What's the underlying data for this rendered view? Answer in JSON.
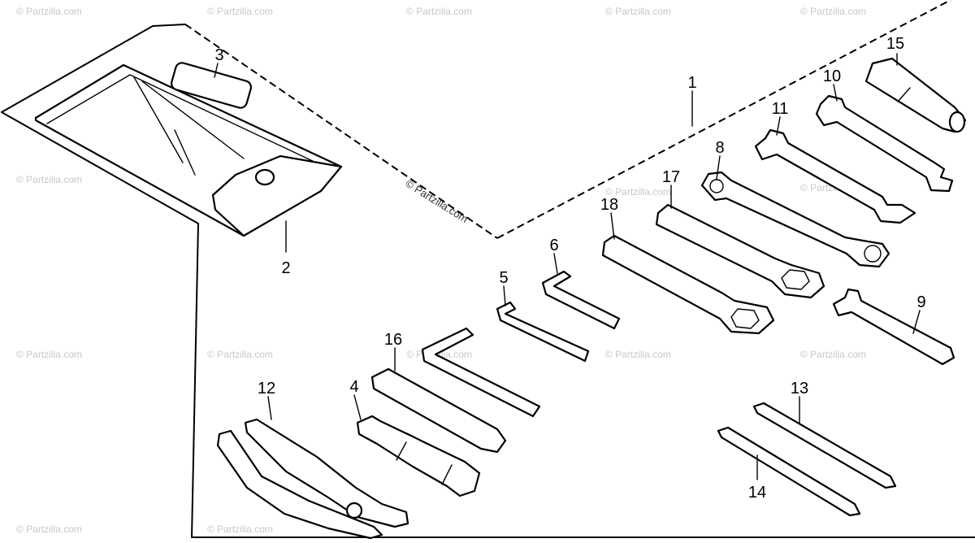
{
  "watermark_text": "© Partzilla.com",
  "center_watermark_text": "© Partzilla.com",
  "callouts": [
    {
      "id": "callout-1",
      "text": "1"
    },
    {
      "id": "callout-2",
      "text": "2"
    },
    {
      "id": "callout-3",
      "text": "3"
    },
    {
      "id": "callout-4",
      "text": "4"
    },
    {
      "id": "callout-5",
      "text": "5"
    },
    {
      "id": "callout-6",
      "text": "6"
    },
    {
      "id": "callout-8",
      "text": "8"
    },
    {
      "id": "callout-9",
      "text": "9"
    },
    {
      "id": "callout-10",
      "text": "10"
    },
    {
      "id": "callout-11",
      "text": "11"
    },
    {
      "id": "callout-12",
      "text": "12"
    },
    {
      "id": "callout-13",
      "text": "13"
    },
    {
      "id": "callout-14",
      "text": "14"
    },
    {
      "id": "callout-15",
      "text": "15"
    },
    {
      "id": "callout-16",
      "text": "16"
    },
    {
      "id": "callout-17",
      "text": "17"
    },
    {
      "id": "callout-18",
      "text": "18"
    }
  ]
}
